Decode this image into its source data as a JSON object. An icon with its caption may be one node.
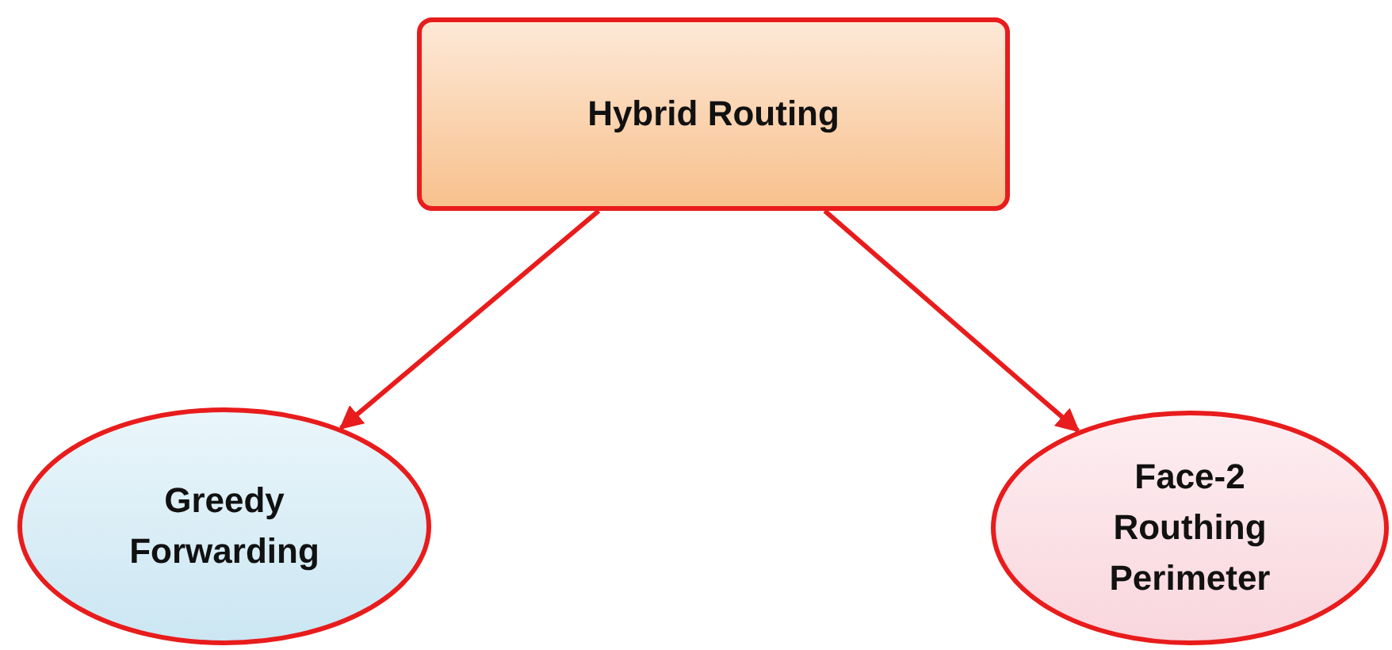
{
  "diagram": {
    "nodes": [
      {
        "text": [
          "Hybrid Routing"
        ]
      },
      {
        "text": [
          "Greedy Forwarding"
        ]
      },
      {
        "text": [
          "Face-2 Routhing Perimeter"
        ]
      }
    ],
    "edges": [
      {
        "from": 0,
        "to": 1,
        "arrow": "to"
      },
      {
        "from": 0,
        "to": 2,
        "arrow": "to"
      }
    ]
  }
}
